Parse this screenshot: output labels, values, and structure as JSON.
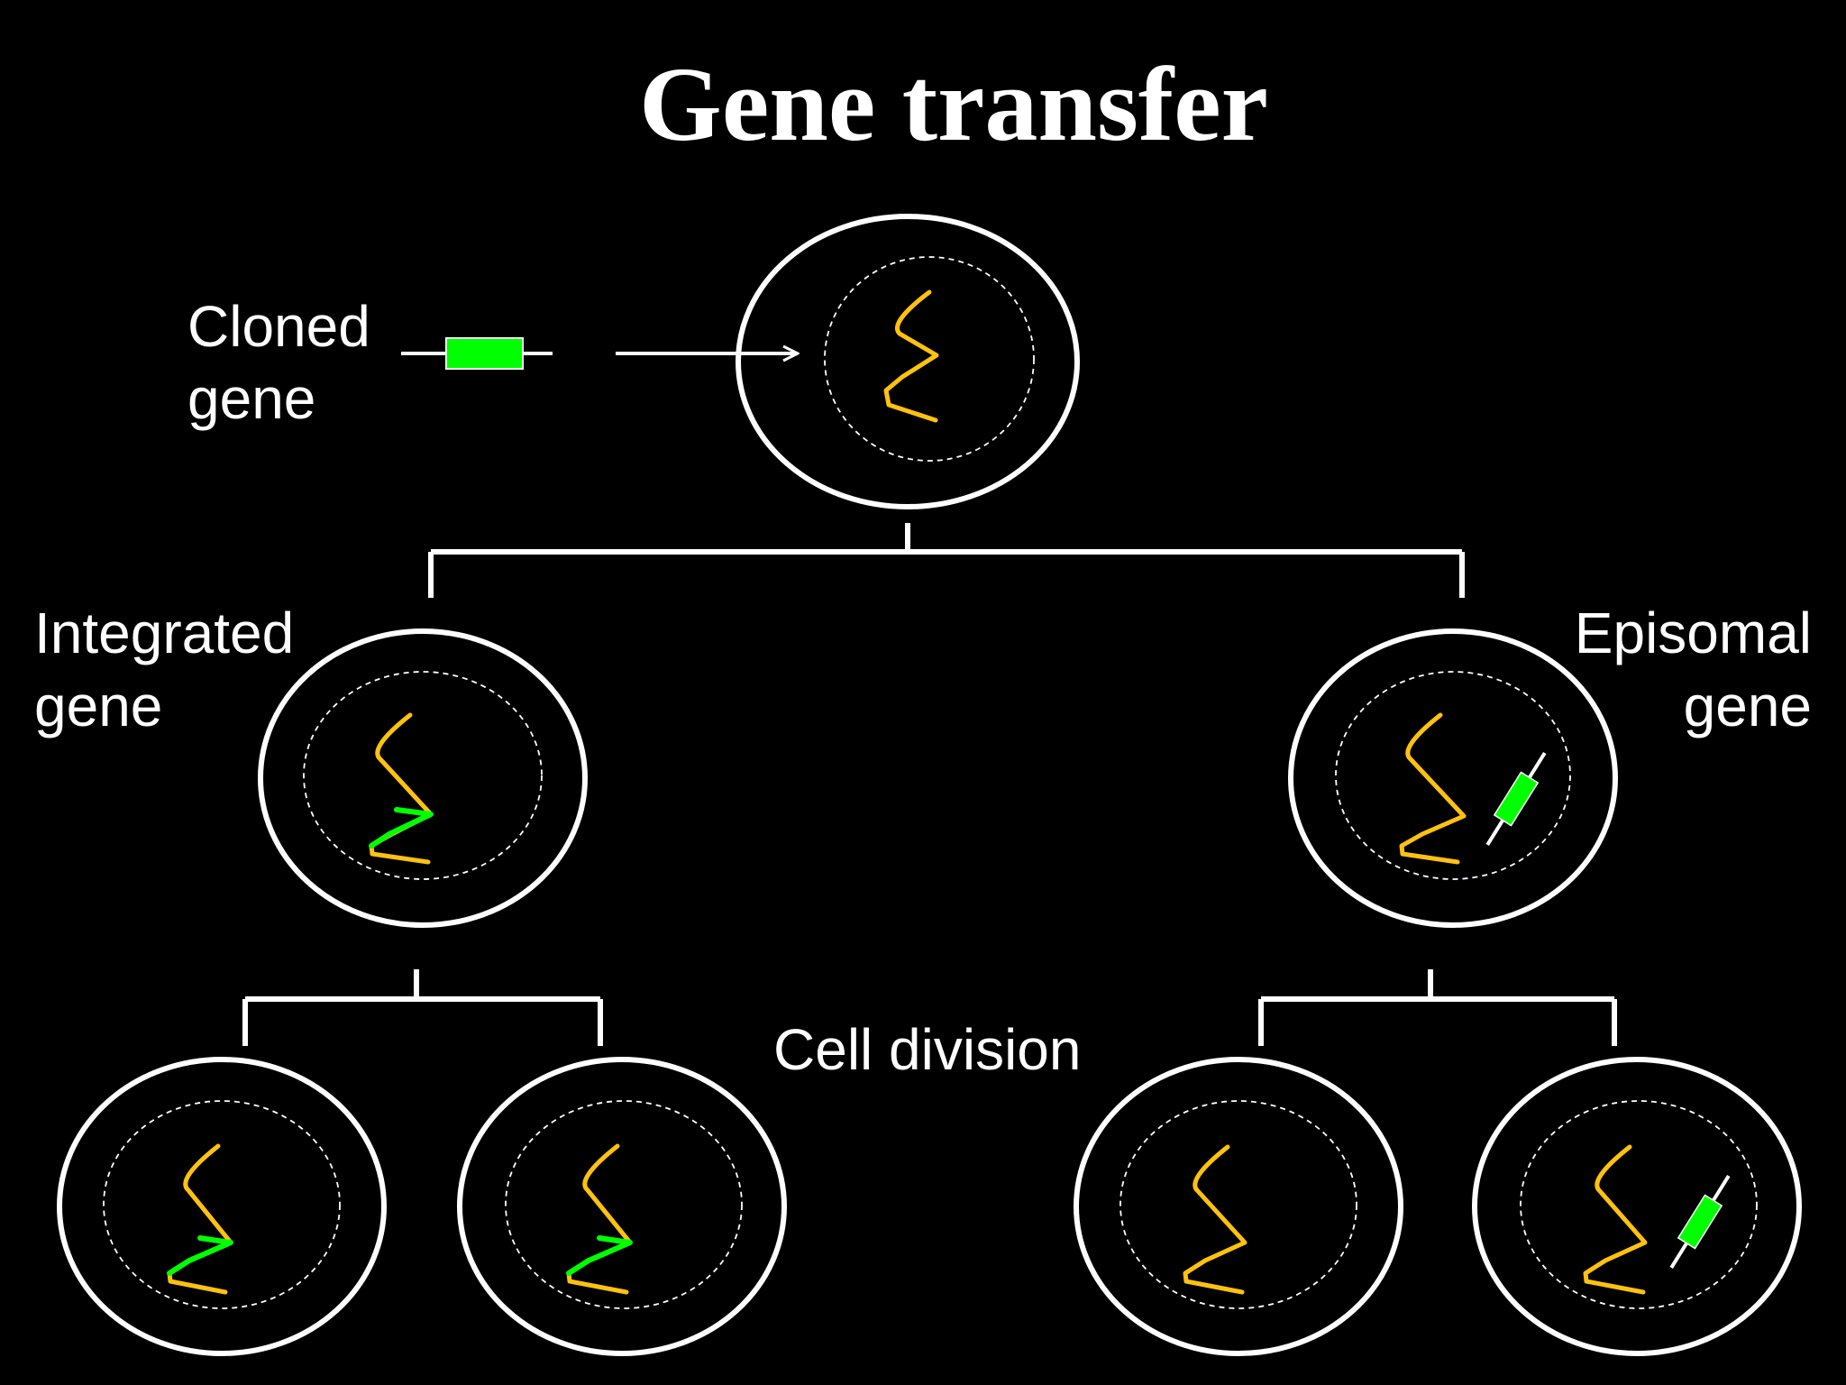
{
  "title": "Gene transfer",
  "labels": {
    "cloned_gene_line1": "Cloned",
    "cloned_gene_line2": "gene",
    "integrated_line1": "Integrated",
    "integrated_line2": "gene",
    "episomal_line1": "Episomal",
    "episomal_line2": "gene",
    "cell_division": "Cell division"
  },
  "colors": {
    "background": "#000000",
    "membrane": "#ffffff",
    "chromosome": "#ffc20e",
    "transgene": "#00ff00"
  }
}
